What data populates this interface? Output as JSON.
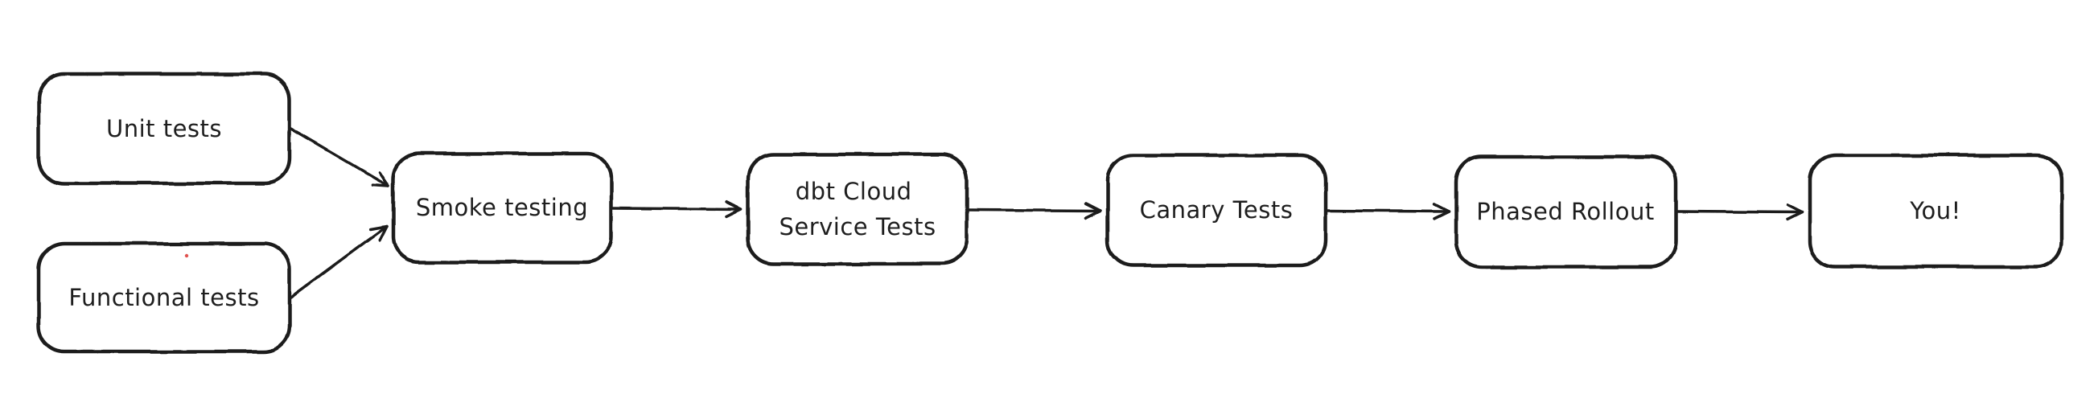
{
  "diagram": {
    "background_color": "#ffffff",
    "stroke_color": "#1e1e1e",
    "text_color": "#1e1e1e",
    "stray_pixel_color": "#e0524f",
    "nodes": [
      {
        "id": "unit-tests",
        "label": "Unit tests"
      },
      {
        "id": "functional-tests",
        "label": "Functional tests"
      },
      {
        "id": "smoke-testing",
        "label": "Smoke testing"
      },
      {
        "id": "dbt-cloud-service-tests",
        "label": "dbt Cloud Service Tests",
        "lines": [
          "dbt Cloud",
          "Service Tests"
        ]
      },
      {
        "id": "canary-tests",
        "label": "Canary Tests"
      },
      {
        "id": "phased-rollout",
        "label": "Phased Rollout"
      },
      {
        "id": "you",
        "label": "You!"
      }
    ],
    "edges": [
      {
        "from": "unit-tests",
        "to": "smoke-testing"
      },
      {
        "from": "functional-tests",
        "to": "smoke-testing"
      },
      {
        "from": "smoke-testing",
        "to": "dbt-cloud-service-tests"
      },
      {
        "from": "dbt-cloud-service-tests",
        "to": "canary-tests"
      },
      {
        "from": "canary-tests",
        "to": "phased-rollout"
      },
      {
        "from": "phased-rollout",
        "to": "you"
      }
    ]
  }
}
